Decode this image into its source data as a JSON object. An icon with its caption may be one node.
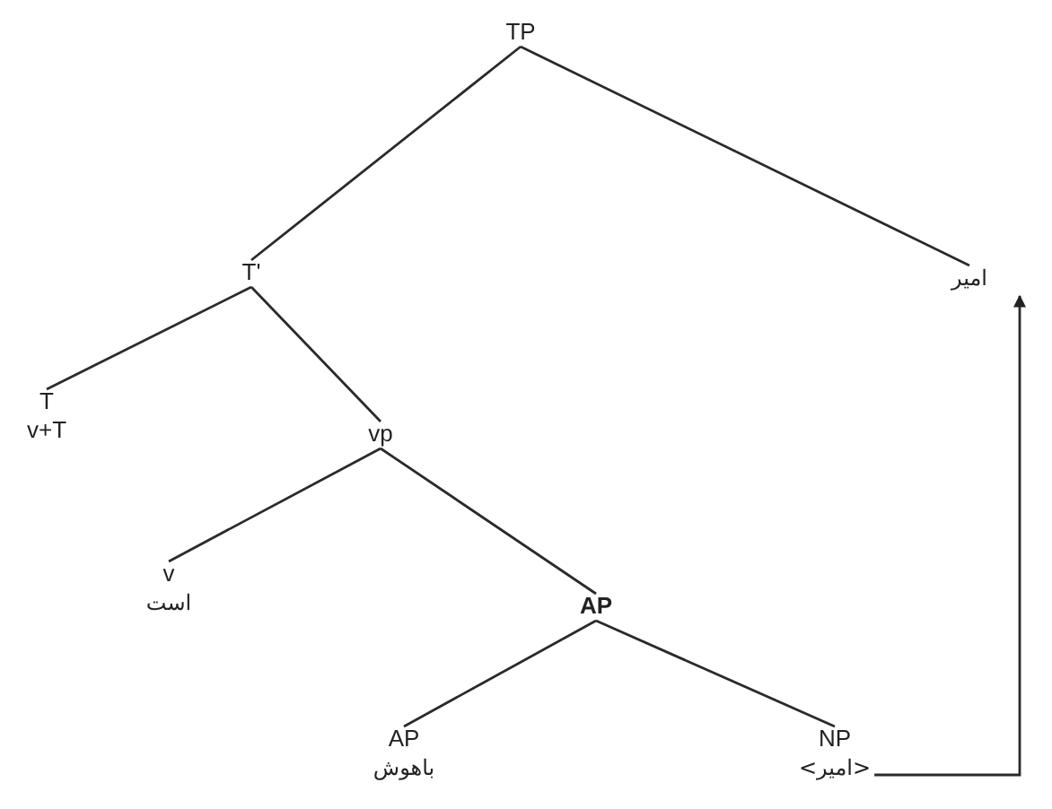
{
  "diagram": {
    "nodes": [
      {
        "text": [
          "TP"
        ]
      },
      {
        "text": [
          "T'"
        ]
      },
      {
        "text": [
          "امیر"
        ]
      },
      {
        "text": [
          "T",
          "v+T"
        ]
      },
      {
        "text": [
          "vp"
        ]
      },
      {
        "text": [
          "v",
          "است"
        ]
      },
      {
        "text": [
          "AP"
        ]
      },
      {
        "text": [
          "AP",
          "باهوش"
        ]
      },
      {
        "text": [
          "NP",
          "<امیر>"
        ]
      }
    ],
    "edges": [
      {
        "from": 0,
        "to": 1,
        "arrow": "none"
      },
      {
        "from": 0,
        "to": 2,
        "arrow": "none"
      },
      {
        "from": 1,
        "to": 3,
        "arrow": "none"
      },
      {
        "from": 1,
        "to": 4,
        "arrow": "none"
      },
      {
        "from": 4,
        "to": 5,
        "arrow": "none"
      },
      {
        "from": 4,
        "to": 6,
        "arrow": "none"
      },
      {
        "from": 6,
        "to": 7,
        "arrow": "none"
      },
      {
        "from": 6,
        "to": 8,
        "arrow": "none"
      },
      {
        "from": 8,
        "to": 2,
        "arrow": "to"
      }
    ]
  }
}
